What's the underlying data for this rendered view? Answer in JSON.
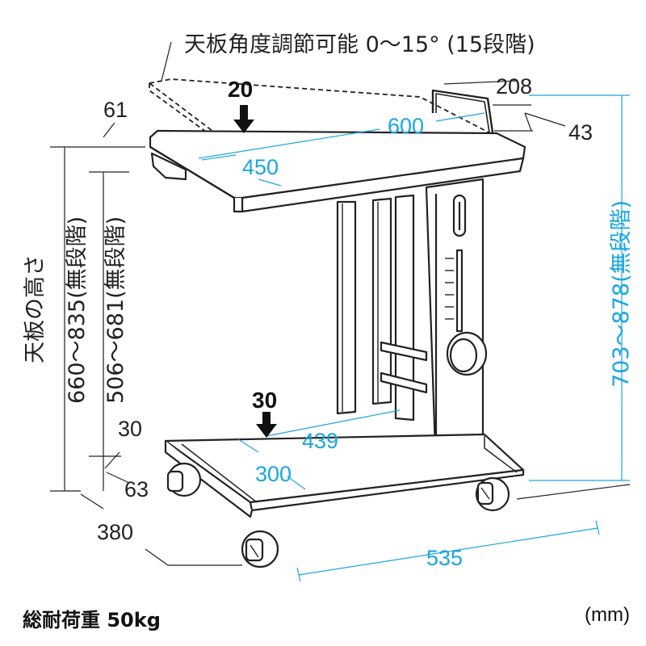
{
  "tilt_note": "天板角度調節可能 0〜15° (15段階)",
  "dimensions": {
    "top_width": "600",
    "top_depth": "450",
    "top_step": "20",
    "handle_width": "208",
    "handle_height": "43",
    "edge_61": "61",
    "shelf_width": "439",
    "shelf_depth": "300",
    "shelf_step": "30",
    "caster_30": "30",
    "caster_63": "63",
    "base_depth": "380",
    "base_width": "535"
  },
  "heights": {
    "top_height_label": "天板の高さ",
    "top_height_range": "660〜835(無段階)",
    "inner_height_range": "506〜681(無段階)",
    "total_height_range": "703〜878(無段階)"
  },
  "footer": {
    "load": "総耐荷重 50kg",
    "unit": "(mm)"
  },
  "colors": {
    "dimension_blue": "#1aa6e0",
    "line_black": "#222222"
  }
}
